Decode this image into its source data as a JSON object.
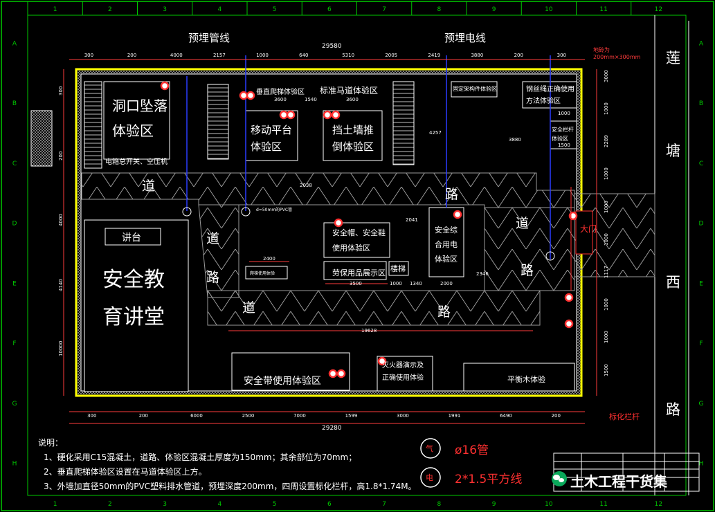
{
  "colors": {
    "background": "#000000",
    "border": "#00c800",
    "frame": "#ffffff",
    "dimension": "#ff3b3b",
    "hatch": "#9a9a9a",
    "wall_yellow": "#ffff00",
    "pipe_blue": "#2a3cff",
    "road_line": "#d0d0d0",
    "text_white": "#ffffff",
    "text_red": "#ff3030",
    "logo_green": "#0aa85a"
  },
  "top_labels": {
    "pipe": "预埋管线",
    "wire": "预埋电线"
  },
  "top_dims": {
    "total": "29580",
    "segments": [
      "300",
      "200",
      "4000",
      "2157",
      "1000",
      "640",
      "5310",
      "2005",
      "2419",
      "3880",
      "200",
      "300"
    ]
  },
  "tiles_label": "地砖为\n200mm×300mm",
  "tiles_line1": "地砖为",
  "tiles_line2": "200mm×300mm",
  "bottom_dims": {
    "segments": [
      "300",
      "200",
      "6000",
      "2500",
      "7000",
      "1599",
      "3000",
      "1991",
      "6490",
      "200"
    ],
    "total": "29280"
  },
  "zones": {
    "cave": [
      "洞口坠落",
      "体验区"
    ],
    "ladder": "垂直爬梯体验区",
    "horse": "标准马道体验区",
    "mobile": [
      "移动平台",
      "体验区"
    ],
    "retaining": [
      "挡土墙推",
      "倒体验区"
    ],
    "fixed_pipe": "固定架构件体验区",
    "wire_rope": [
      "钢丝绳正确使用",
      "方法体验区"
    ],
    "safety_stair": [
      "安全栏杆",
      "体验区"
    ],
    "switchbox": "电箱总开关、空压机",
    "podium": "讲台",
    "hall": [
      "安全教",
      "育讲堂"
    ],
    "helmet": [
      "安全帽、安全鞋",
      "使用体验区"
    ],
    "electric": [
      "安全综",
      "合用电",
      "体验区"
    ],
    "ppe": "劳保用品展示区",
    "stair_small": "楼梯",
    "ladder_small": "爬梯使用体验",
    "seatbelt": "安全带使用体验区",
    "fire": [
      "灭火器演示及",
      "正确使用体验"
    ],
    "balance": "平衡木体验",
    "gate": "大门",
    "fence": "标化栏杆"
  },
  "road_chars": [
    "道",
    "路",
    "道",
    "路",
    "道",
    "路",
    "道",
    "路"
  ],
  "street_chars": [
    "莲",
    "塘",
    "西",
    "路"
  ],
  "pvc_label": "d=50mm的PVC管",
  "inner_dims": {
    "d2038": "2038",
    "d2041": "2041",
    "d2400": "2400",
    "d3500": "3500",
    "d1000": "1000",
    "d1340": "1340",
    "d2000": "2000",
    "d2346": "2346",
    "d19628": "19628",
    "d3600a": "3600",
    "d3600b": "3600",
    "d1540": "1540",
    "d4257": "4257",
    "d3880": "3880",
    "d1000b": "1000",
    "d1500": "1500"
  },
  "left_dims": [
    "300",
    "200",
    "4000",
    "4140",
    "10000"
  ],
  "right_dims": [
    "3000",
    "1000",
    "2289",
    "1000",
    "1000",
    "1000",
    "1117",
    "1000",
    "1000",
    "1500"
  ],
  "notes": {
    "title": "说明：",
    "line1": "1、硬化采用C15混凝土，道路、体验区混凝土厚度为150mm；其余部位为70mm；",
    "line2": "2、垂直爬梯体验区设置在马道体验区上方。",
    "line3": "3、外墙加直径50mm的PVC塑料排水管道，预埋深度200mm，四周设置标化栏杆，高1.8*1.74M。"
  },
  "legend": {
    "pipe_sym": "气",
    "pipe_text": "ø16管",
    "wire_sym": "电",
    "wire_text": "2*1.5平方线"
  },
  "watermark": "土木工程干货集",
  "border_numbers_top": [
    "1",
    "2",
    "3",
    "4",
    "5",
    "6",
    "7",
    "8",
    "9",
    "10",
    "11",
    "12"
  ],
  "border_letters_left": [
    "A",
    "B",
    "C",
    "D",
    "E",
    "F",
    "G",
    "H"
  ]
}
